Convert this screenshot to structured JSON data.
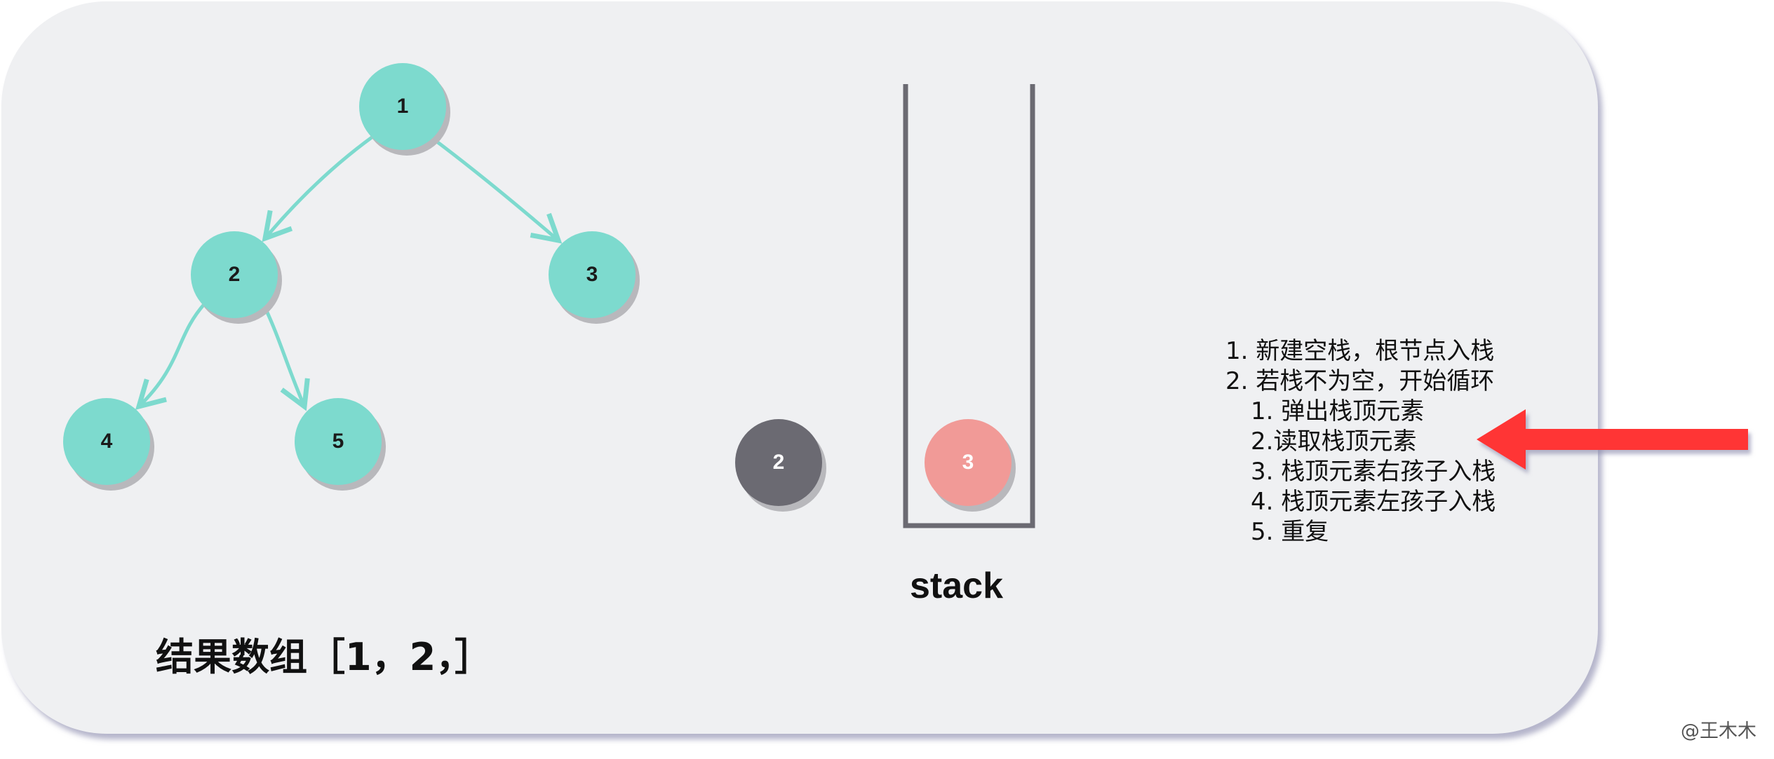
{
  "tree": {
    "nodes": [
      {
        "id": "1",
        "label": "1"
      },
      {
        "id": "2",
        "label": "2"
      },
      {
        "id": "3",
        "label": "3"
      },
      {
        "id": "4",
        "label": "4"
      },
      {
        "id": "5",
        "label": "5"
      }
    ],
    "edges": [
      [
        "1",
        "2"
      ],
      [
        "1",
        "3"
      ],
      [
        "2",
        "4"
      ],
      [
        "2",
        "5"
      ]
    ],
    "node_color": "#7ddace",
    "edge_color": "#7ddace"
  },
  "popped_node": {
    "label": "2",
    "color": "#6b6a72"
  },
  "stack": {
    "label": "stack",
    "items": [
      {
        "label": "3",
        "color": "#f19a97"
      }
    ],
    "outline_color": "#6b6a72"
  },
  "result": {
    "text": "结果数组［1，2，］"
  },
  "steps": [
    {
      "text": "1. 新建空栈，根节点入栈",
      "indent": false
    },
    {
      "text": "2. 若栈不为空，开始循环",
      "indent": false
    },
    {
      "text": "1. 弹出栈顶元素",
      "indent": true
    },
    {
      "text": "2.读取栈顶元素",
      "indent": true
    },
    {
      "text": "3. 栈顶元素右孩子入栈",
      "indent": true
    },
    {
      "text": "4. 栈顶元素左孩子入栈",
      "indent": true
    },
    {
      "text": "5. 重复",
      "indent": true
    }
  ],
  "pointer": {
    "target_step": "2.读取栈顶元素",
    "color": "#ff3535"
  },
  "credit": "@王木木"
}
